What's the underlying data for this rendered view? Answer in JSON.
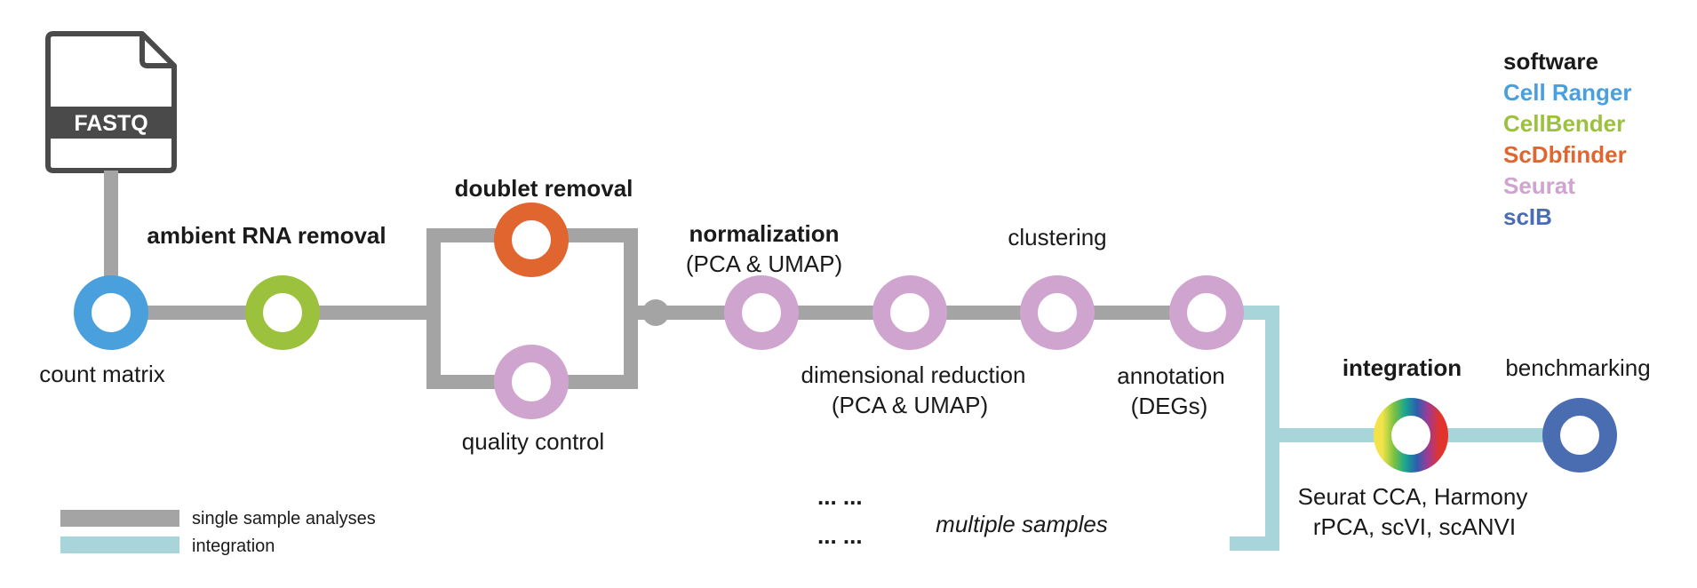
{
  "file_icon": {
    "label": "FASTQ"
  },
  "steps": {
    "count_matrix": "count matrix",
    "ambient_rna": "ambient RNA removal",
    "doublet": "doublet removal",
    "quality_control": "quality control",
    "normalization": "normalization",
    "normalization_sub": "(PCA & UMAP)",
    "dim_reduction": "dimensional reduction",
    "dim_reduction_sub": "(PCA & UMAP)",
    "clustering": "clustering",
    "annotation": "annotation",
    "annotation_sub": "(DEGs)",
    "integration": "integration",
    "benchmarking": "benchmarking",
    "integration_methods_1": "Seurat CCA, Harmony",
    "integration_methods_2": "rPCA, scVI, scANVI"
  },
  "multiple_samples": {
    "dots_1": "... ...",
    "dots_2": "... ...",
    "label": "multiple samples"
  },
  "software_legend": {
    "title": "software",
    "items": [
      {
        "name": "Cell Ranger",
        "color": "#4aa0dc"
      },
      {
        "name": "CellBender",
        "color": "#9cc13c"
      },
      {
        "name": "ScDbfinder",
        "color": "#e0652e"
      },
      {
        "name": "Seurat",
        "color": "#cfa4cf"
      },
      {
        "name": "scIB",
        "color": "#4a6db2"
      }
    ]
  },
  "line_legend": {
    "items": [
      {
        "label": "single sample analyses",
        "color": "#a4a4a4"
      },
      {
        "label": "integration",
        "color": "#a8d5d9"
      }
    ]
  },
  "colors": {
    "gray_line": "#a4a4a4",
    "teal_line": "#a8d5d9",
    "cell_ranger": "#4aa0dc",
    "cellbender": "#9cc13c",
    "scdbfinder": "#e0652e",
    "seurat": "#cfa4cf",
    "scib": "#4a6db2",
    "file_icon": "#4a4a4a"
  }
}
